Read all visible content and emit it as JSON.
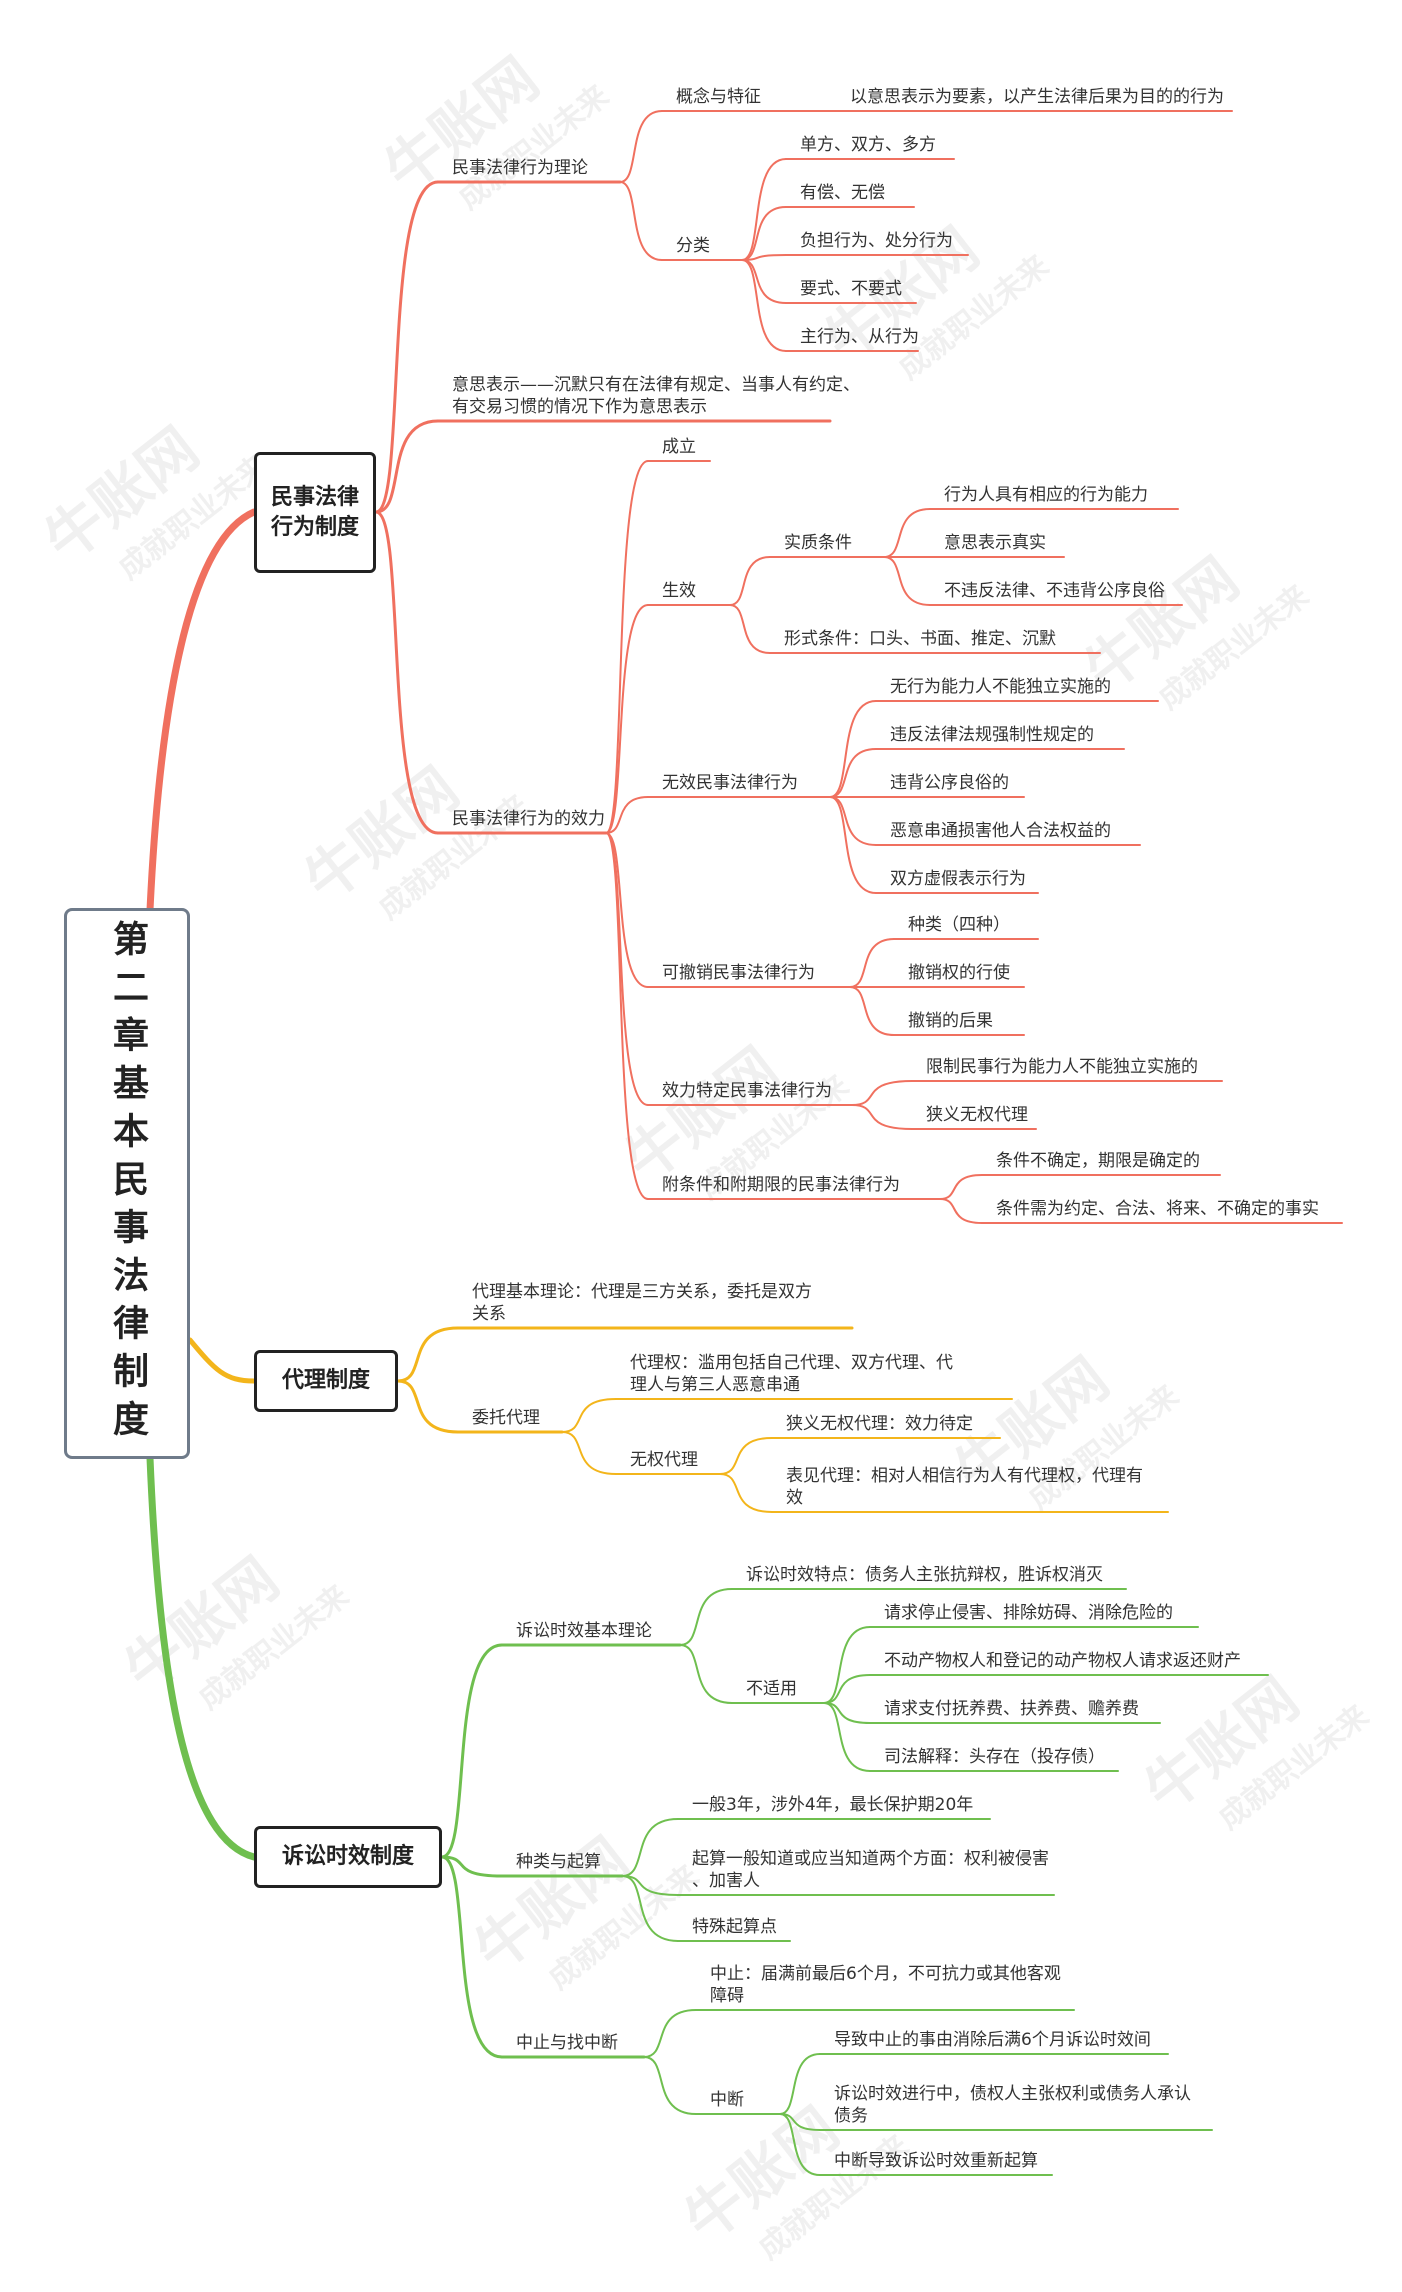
{
  "root": {
    "title": "第二章基本民事法律制度"
  },
  "watermark": {
    "brand": "牛账网",
    "slogan": "成就职业未来"
  },
  "colors": {
    "civil": "#f0705f",
    "agency": "#f3b51b",
    "limitation": "#6fbf4f",
    "root_border": "#6f7b8a"
  },
  "branches": [
    {
      "key": "civil",
      "label": "民事法律行为制度",
      "children": [
        {
          "label": "民事法律行为理论",
          "children": [
            {
              "label": "概念与特征",
              "children": [
                {
                  "label": "以意思表示为要素，以产生法律后果为目的的行为"
                }
              ]
            },
            {
              "label": "分类",
              "children": [
                {
                  "label": "单方、双方、多方"
                },
                {
                  "label": "有偿、无偿"
                },
                {
                  "label": "负担行为、处分行为"
                },
                {
                  "label": "要式、不要式"
                },
                {
                  "label": "主行为、从行为"
                }
              ]
            }
          ]
        },
        {
          "label": "意思表示——沉默只有在法律有规定、当事人有约定、有交易习惯的情况下作为意思表示"
        },
        {
          "label": "民事法律行为的效力",
          "children": [
            {
              "label": "成立"
            },
            {
              "label": "生效",
              "children": [
                {
                  "label": "实质条件",
                  "children": [
                    {
                      "label": "行为人具有相应的行为能力"
                    },
                    {
                      "label": "意思表示真实"
                    },
                    {
                      "label": "不违反法律、不违背公序良俗"
                    }
                  ]
                },
                {
                  "label": "形式条件：口头、书面、推定、沉默"
                }
              ]
            },
            {
              "label": "无效民事法律行为",
              "children": [
                {
                  "label": "无行为能力人不能独立实施的"
                },
                {
                  "label": "违反法律法规强制性规定的"
                },
                {
                  "label": "违背公序良俗的"
                },
                {
                  "label": "恶意串通损害他人合法权益的"
                },
                {
                  "label": "双方虚假表示行为"
                }
              ]
            },
            {
              "label": "可撤销民事法律行为",
              "children": [
                {
                  "label": "种类（四种）"
                },
                {
                  "label": "撤销权的行使"
                },
                {
                  "label": "撤销的后果"
                }
              ]
            },
            {
              "label": "效力特定民事法律行为",
              "children": [
                {
                  "label": "限制民事行为能力人不能独立实施的"
                },
                {
                  "label": "狭义无权代理"
                }
              ]
            },
            {
              "label": "附条件和附期限的民事法律行为",
              "children": [
                {
                  "label": "条件不确定，期限是确定的"
                },
                {
                  "label": "条件需为约定、合法、将来、不确定的事实"
                }
              ]
            }
          ]
        }
      ]
    },
    {
      "key": "agency",
      "label": "代理制度",
      "children": [
        {
          "label": "代理基本理论：代理是三方关系，委托是双方关系"
        },
        {
          "label": "委托代理",
          "children": [
            {
              "label": "代理权：滥用包括自己代理、双方代理、代理人与第三人恶意串通"
            },
            {
              "label": "无权代理",
              "children": [
                {
                  "label": "狭义无权代理：效力待定"
                },
                {
                  "label": "表见代理：相对人相信行为人有代理权，代理有效"
                }
              ]
            }
          ]
        }
      ]
    },
    {
      "key": "limitation",
      "label": "诉讼时效制度",
      "children": [
        {
          "label": "诉讼时效基本理论",
          "children": [
            {
              "label": "诉讼时效特点：债务人主张抗辩权，胜诉权消灭"
            },
            {
              "label": "不适用",
              "children": [
                {
                  "label": "请求停止侵害、排除妨碍、消除危险的"
                },
                {
                  "label": "不动产物权人和登记的动产物权人请求返还财产"
                },
                {
                  "label": "请求支付抚养费、扶养费、赡养费"
                },
                {
                  "label": "司法解释：头存在（投存债）"
                }
              ]
            }
          ]
        },
        {
          "label": "种类与起算",
          "children": [
            {
              "label": "一般3年，涉外4年，最长保护期20年"
            },
            {
              "label": "起算一般知道或应当知道两个方面：权利被侵害、加害人"
            },
            {
              "label": "特殊起算点"
            }
          ]
        },
        {
          "label": "中止与找中断",
          "children": [
            {
              "label": "中止：届满前最后6个月，不可抗力或其他客观障碍"
            },
            {
              "label": "中断",
              "children": [
                {
                  "label": "导致中止的事由消除后满6个月诉讼时效间"
                },
                {
                  "label": "诉讼时效进行中，债权人主张权利或债务人承认债务"
                },
                {
                  "label": "中断导致诉讼时效重新起算"
                }
              ]
            }
          ]
        }
      ]
    }
  ]
}
